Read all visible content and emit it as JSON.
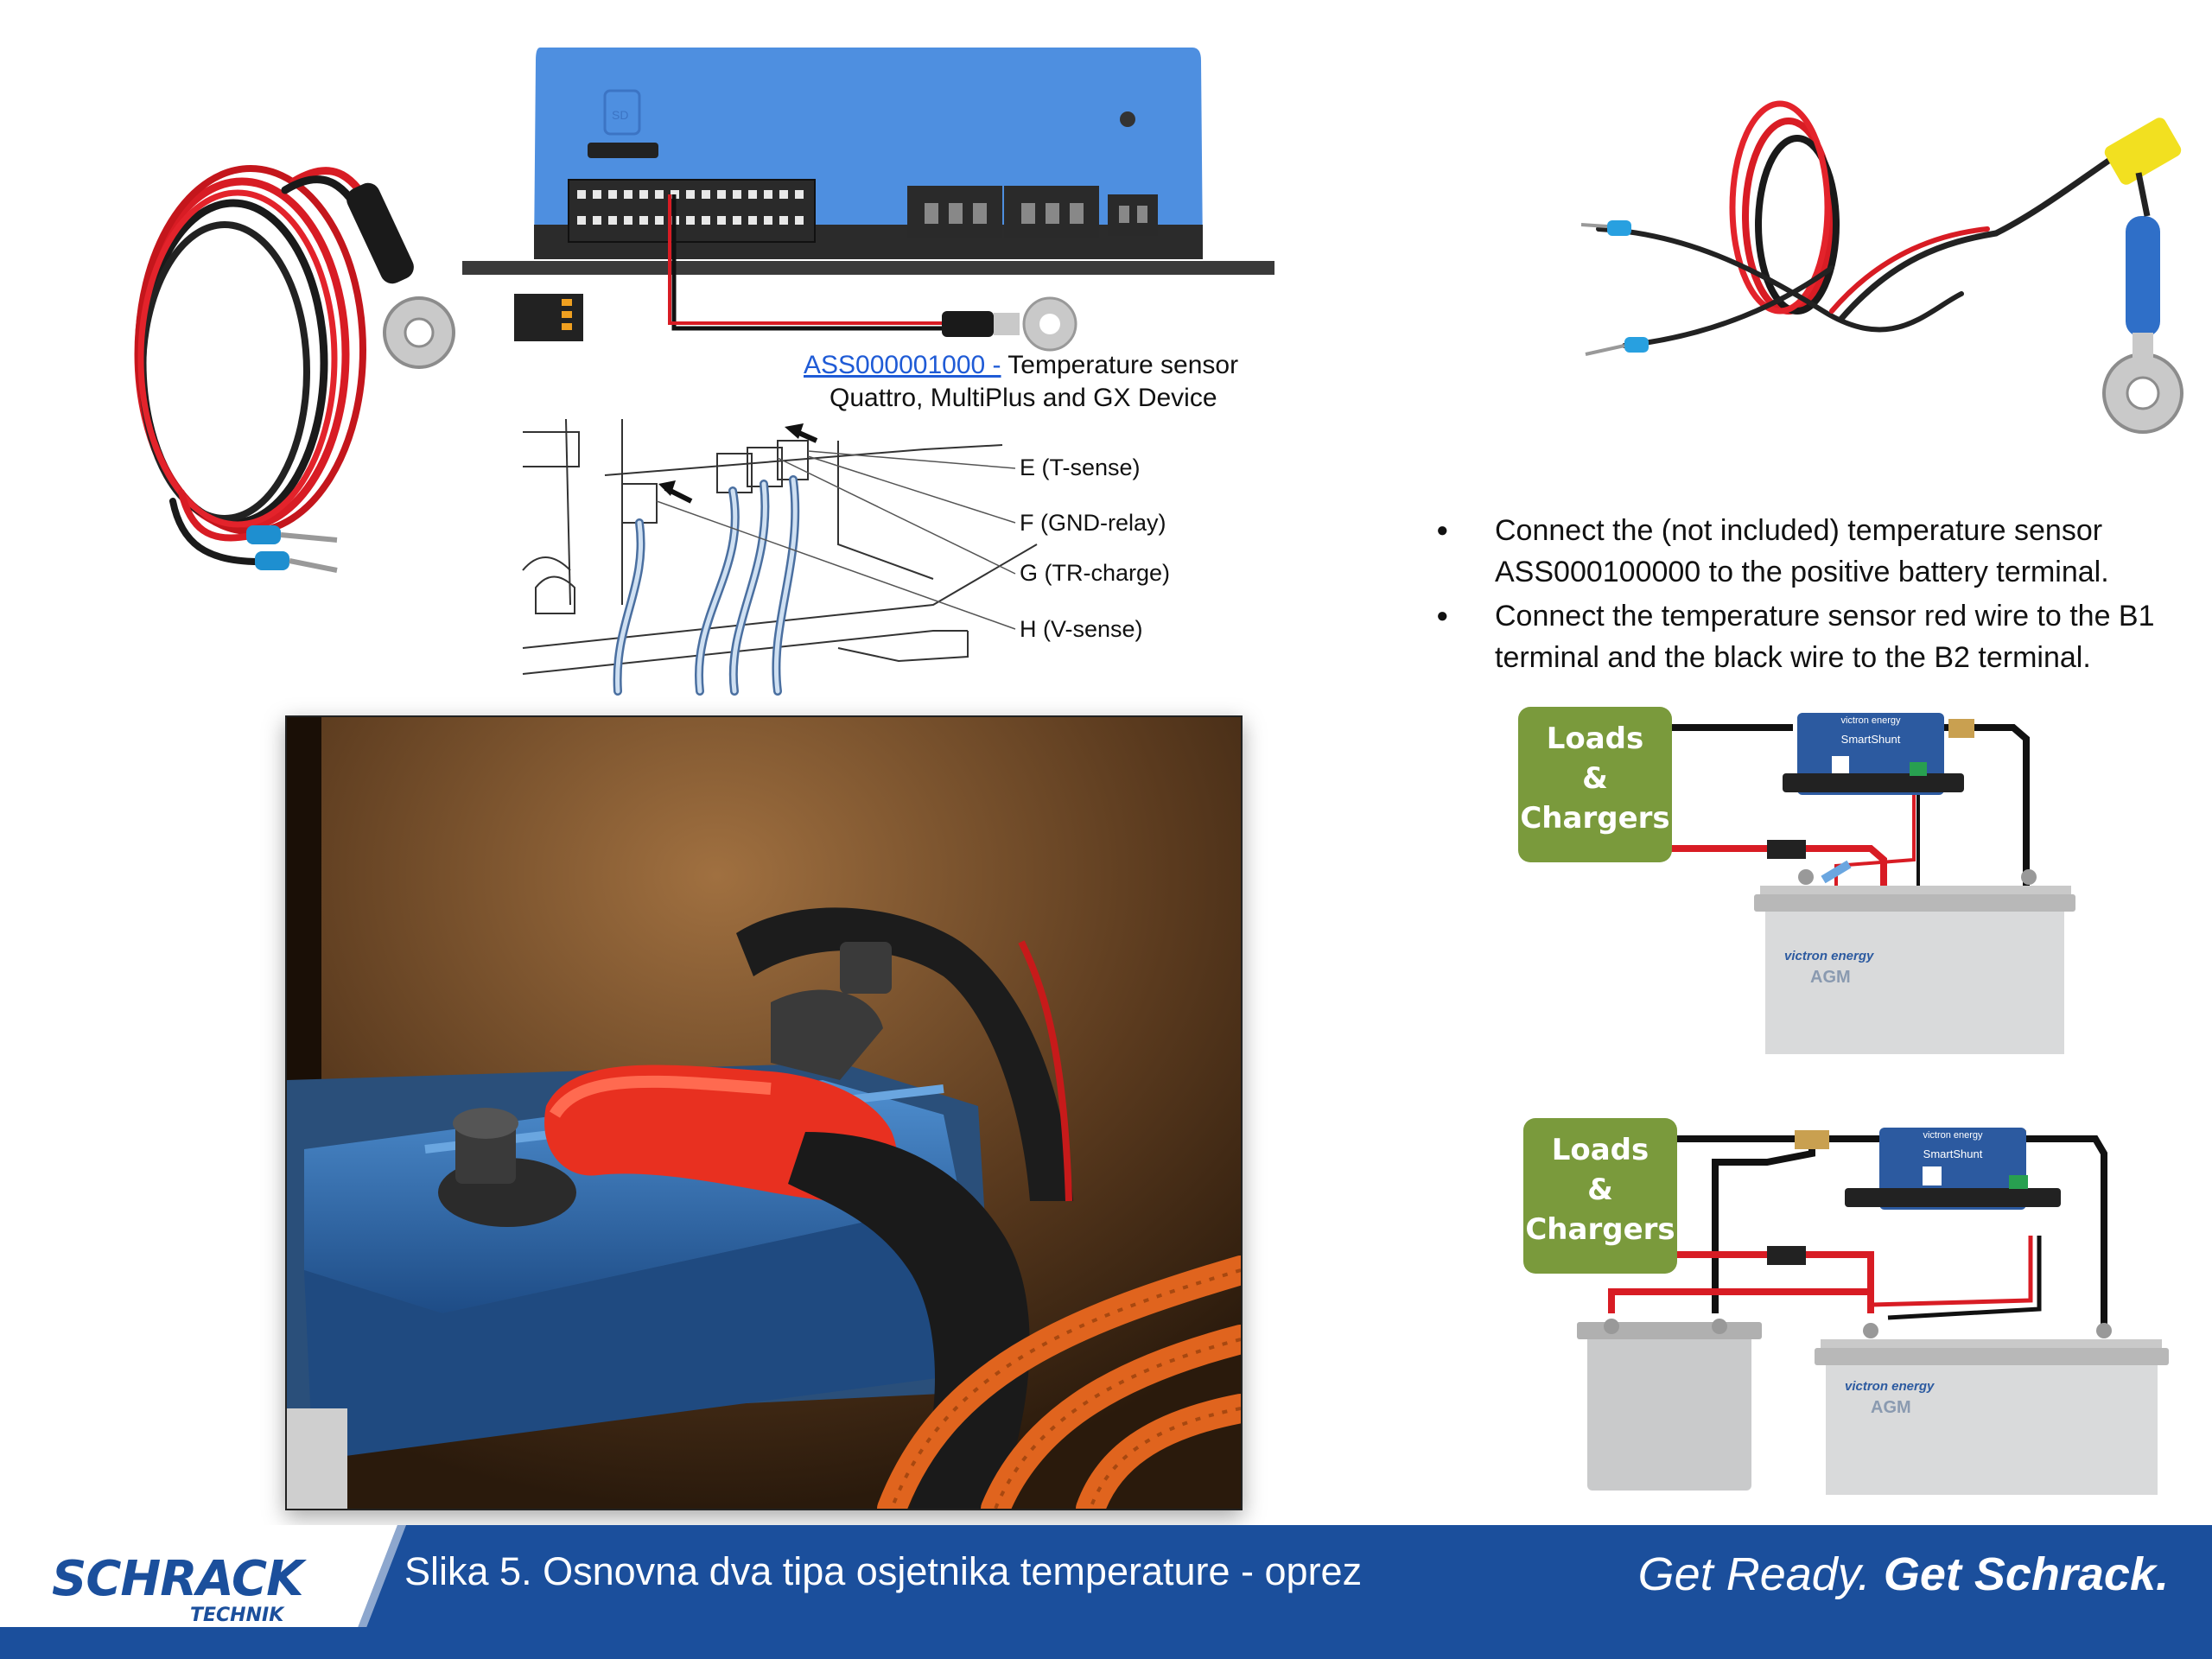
{
  "device_caption": {
    "part_number": "ASS000001000 -",
    "line1_rest": " Temperature sensor",
    "line2": "Quattro, MultiPlus and GX Device"
  },
  "wiring_labels": [
    "E (T-sense)",
    "F (GND-relay)",
    "G (TR-charge)",
    "H (V-sense)"
  ],
  "instructions": [
    "Connect the (not included) temperature sensor ASS000100000 to the positive battery terminal.",
    "Connect the temperature sensor red wire to the B1 terminal and the black wire to the B2 terminal."
  ],
  "diagram": {
    "loads_line1": "Loads",
    "loads_line2": "&",
    "loads_line3": "Chargers",
    "shunt_brand": "victron energy",
    "shunt_name": "SmartShunt",
    "battery_brand": "victron energy",
    "battery_type": "AGM"
  },
  "footer": {
    "logo_main": "SCHRACK",
    "logo_sub": "TECHNIK",
    "caption": "Slika 5. Osnovna dva tipa osjetnika temperature - oprez",
    "slogan_part1": "Get Ready.",
    "slogan_part2": "Get Schrack."
  },
  "colors": {
    "footer_blue": "#1b4f9c",
    "device_blue": "#4e8fe0",
    "loads_green": "#7a9a3c",
    "wire_red": "#e01b24",
    "wire_black": "#111111"
  }
}
